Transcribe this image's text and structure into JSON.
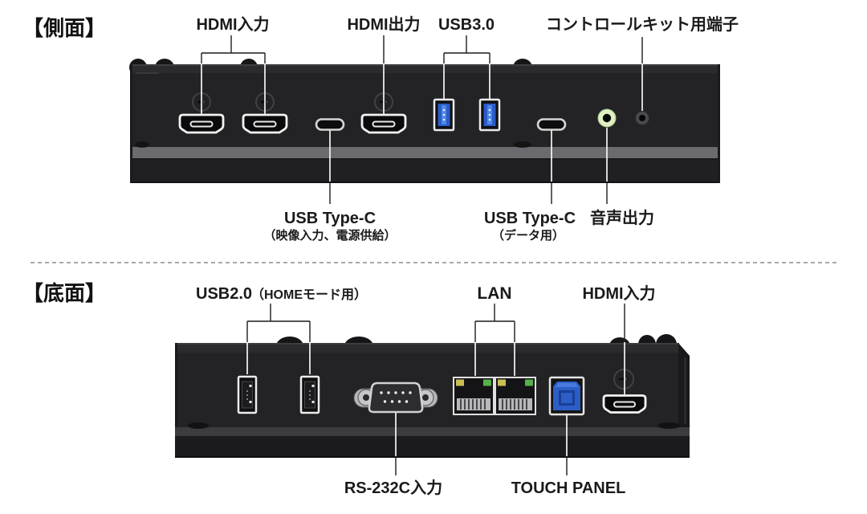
{
  "sections": {
    "side": {
      "header": "【側面】",
      "labels": {
        "hdmi_in": "HDMI入力",
        "hdmi_out": "HDMI出力",
        "usb30": "USB3.0",
        "control_kit": "コントロールキット用端子",
        "usbc_video": "USB Type-C",
        "usbc_video_note": "（映像入力、電源供給）",
        "usbc_data": "USB Type-C",
        "usbc_data_note": "（データ用）",
        "audio_out": "音声出力"
      }
    },
    "bottom": {
      "header": "【底面】",
      "labels": {
        "usb20": "USB2.0",
        "usb20_note": "（HOMEモード用）",
        "lan": "LAN",
        "hdmi_in": "HDMI入力",
        "rs232c": "RS-232C入力",
        "touch_panel": "TOUCH PANEL"
      }
    }
  },
  "colors": {
    "panel_face": "#232325",
    "panel_top_band": "#2b2b2d",
    "side_stripe": "#6b6b6f",
    "bottom_stripe": "#3c3c3f",
    "usb3_blue": "#2a5cc8",
    "usb3_blue_light": "#4f86ea",
    "usbb_blue": "#2d5ec6",
    "usbb_blue_dark": "#1a3f96",
    "audio_green": "#dff0c4",
    "lan_led_yellow": "#cabf55",
    "lan_led_green": "#56b14b",
    "connector_silver": "#b8b8ba"
  }
}
